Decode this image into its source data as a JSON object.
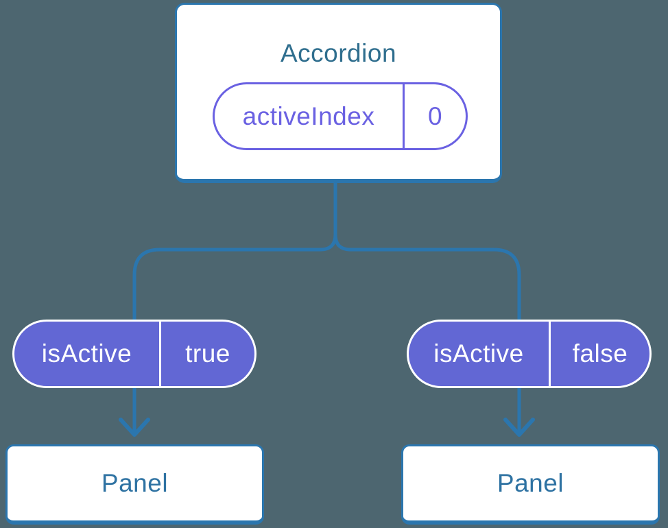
{
  "diagram": {
    "root": {
      "title": "Accordion",
      "state": {
        "name": "activeIndex",
        "value": "0"
      }
    },
    "children": [
      {
        "prop": {
          "name": "isActive",
          "value": "true"
        },
        "label": "Panel"
      },
      {
        "prop": {
          "name": "isActive",
          "value": "false"
        },
        "label": "Panel"
      }
    ],
    "icons": [
      "arrow-down-icon",
      "arrow-down-icon"
    ],
    "colors": {
      "bg": "#4d6670",
      "line": "#2b76ae",
      "title_blue": "#2f6e8e",
      "panel_blue": "#2e72a2",
      "purple_border": "#6a61e2",
      "purple_fill": "#6267d4",
      "white": "#ffffff"
    }
  }
}
